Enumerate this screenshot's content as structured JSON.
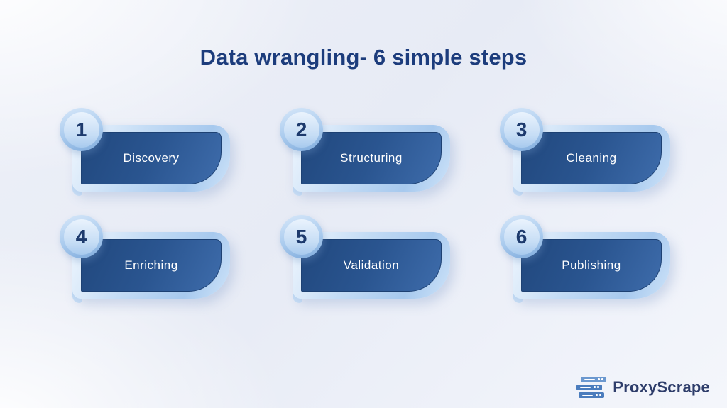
{
  "title": "Data wrangling- 6 simple steps",
  "steps": [
    {
      "number": "1",
      "label": "Discovery"
    },
    {
      "number": "2",
      "label": "Structuring"
    },
    {
      "number": "3",
      "label": "Cleaning"
    },
    {
      "number": "4",
      "label": "Enriching"
    },
    {
      "number": "5",
      "label": "Validation"
    },
    {
      "number": "6",
      "label": "Publishing"
    }
  ],
  "footer": {
    "brand_name": "ProxyScrape",
    "brand_icon": "server-stack-icon"
  },
  "colors": {
    "title_text": "#1c3c7c",
    "card_dark_gradient_start": "#21487e",
    "card_dark_gradient_end": "#3e6cab",
    "card_shell_light": "#c4dcf5",
    "card_shell_medium": "#a7c9ee",
    "circle_number_text": "#1d3a6d",
    "card_label_text": "#ffffff",
    "background_base": "#e7ebf5",
    "brand_text": "#2e3d6a",
    "brand_icon_blue": "#4a7cbd"
  }
}
